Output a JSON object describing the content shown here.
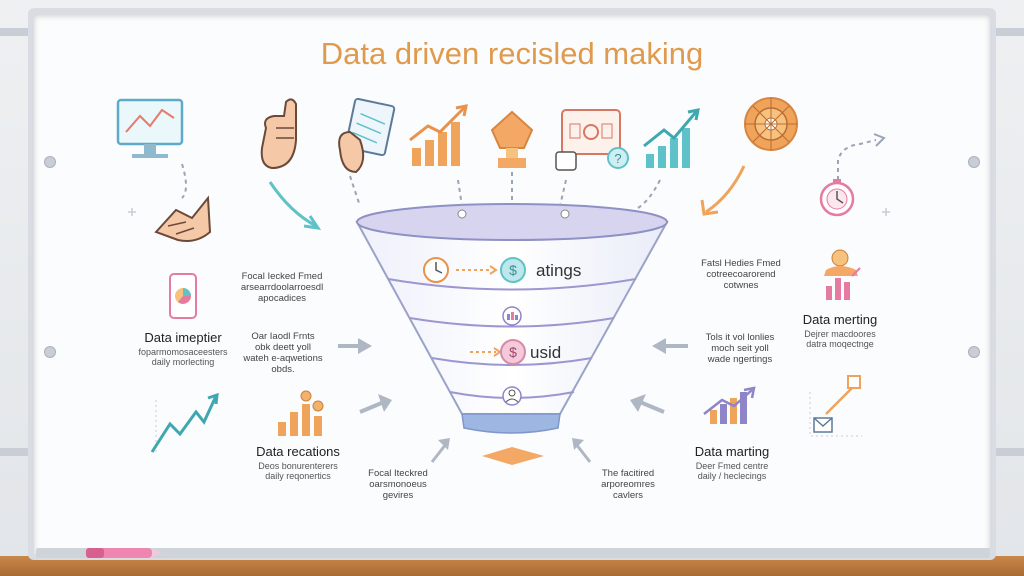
{
  "title": "Data driven recisled making",
  "funnel": {
    "row1_text": "atings",
    "row3_text": "usid"
  },
  "left": {
    "note_top": [
      "Focal Iecked Fmed",
      "arsearrdoolarroesdl",
      "apocadices"
    ],
    "heading_mid": "Data imeptier",
    "sub_mid": [
      "foparmomosaceesters",
      "daily morlecting"
    ],
    "note_mid": [
      "Oar Iaodl Frnts",
      "obk deett yoll",
      "wateh e-aqwetions",
      "obds."
    ],
    "heading_bot": "Data recations",
    "sub_bot": [
      "Deos bonurenterers",
      "daily reqonertics"
    ],
    "note_bot": [
      "Focal Iteckred",
      "oarsmonoeus",
      "gevires"
    ]
  },
  "right": {
    "note_top": [
      "Fatsl Hedies Fmed",
      "cotreecoarorend",
      "cotwnes"
    ],
    "heading_mid": "Data merting",
    "sub_mid": [
      "Dejrer macdoores",
      "datra moqectnge"
    ],
    "note_mid": [
      "Tols it vol lonlies",
      "moch seit yoll",
      "wade ngertings"
    ],
    "heading_bot": "Data marting",
    "sub_bot": [
      "Deer Fmed centre",
      "daily / heclecings"
    ],
    "note_bot": [
      "The facitired",
      "arporeomres",
      "cavlers"
    ]
  },
  "colors": {
    "title": "#e09a4e",
    "orange": "#f0a35a",
    "teal": "#5fc2c9",
    "purple": "#8e84c8",
    "pink": "#e67ba0",
    "blue_gray": "#9aa4b5"
  },
  "icons": [
    "monitor-chart-icon",
    "pointing-hand-icon",
    "clipboard-hand-icon",
    "bar-growth-icon",
    "trophy-icon",
    "dashboard-question-icon",
    "growth-arrow-icon",
    "target-wheel-icon",
    "handshake-icon",
    "phone-chart-icon",
    "stopwatch-icon",
    "analyst-icon",
    "line-chart-icon",
    "coins-bars-icon",
    "trend-bars-icon",
    "mail-chart-icon",
    "clock-icon",
    "dollar-coin-icon",
    "people-icon",
    "marker-pen-icon"
  ]
}
